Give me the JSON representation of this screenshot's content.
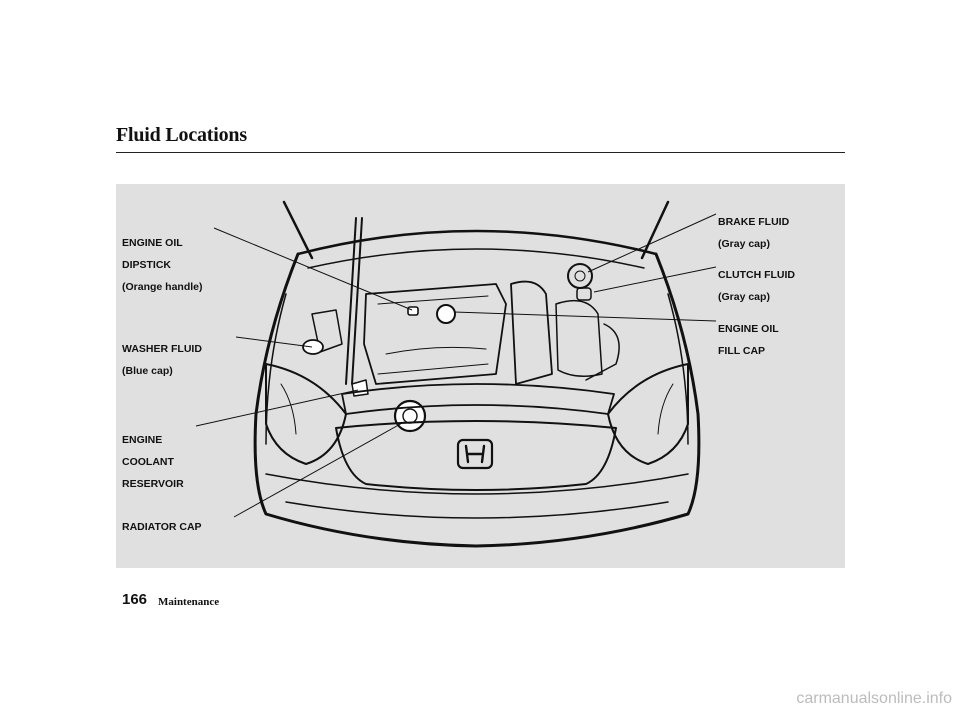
{
  "header": {
    "title": "Fluid Locations"
  },
  "callouts": {
    "engine_oil_dipstick": {
      "line1": "ENGINE OIL",
      "line2": "DIPSTICK",
      "line3": "(Orange handle)"
    },
    "washer_fluid": {
      "line1": "WASHER FLUID",
      "line2": "(Blue cap)"
    },
    "engine_coolant_reservoir": {
      "line1": "ENGINE",
      "line2": "COOLANT",
      "line3": "RESERVOIR"
    },
    "radiator_cap": {
      "line1": "RADIATOR CAP"
    },
    "brake_fluid": {
      "line1": "BRAKE FLUID",
      "line2": "(Gray cap)"
    },
    "clutch_fluid": {
      "line1": "CLUTCH FLUID",
      "line2": "(Gray cap)"
    },
    "engine_oil_fill_cap": {
      "line1": "ENGINE OIL",
      "line2": "FILL CAP"
    }
  },
  "footer": {
    "page_number": "166",
    "section": "Maintenance"
  },
  "watermark": "carmanualsonline.info",
  "colors": {
    "figure_background": "#e0e0e0",
    "line": "#111111"
  }
}
